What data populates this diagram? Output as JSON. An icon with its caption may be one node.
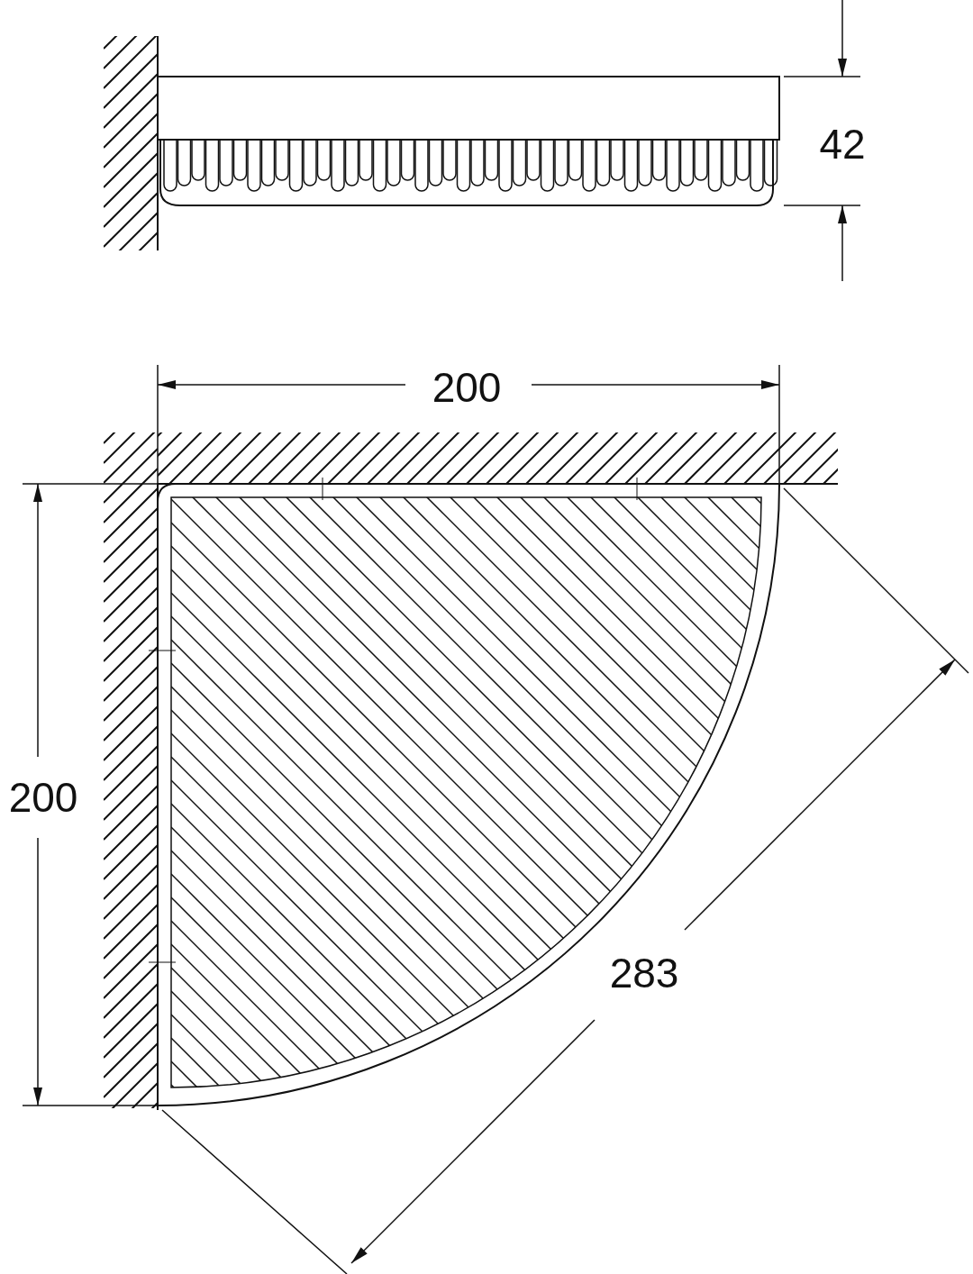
{
  "diagram": {
    "labels": [
      "42",
      "200",
      "200",
      "283"
    ]
  }
}
